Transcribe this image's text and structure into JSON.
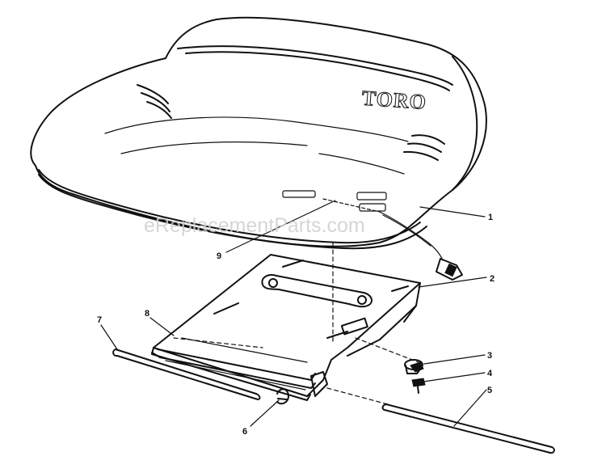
{
  "brand_mark": "TORO",
  "watermark": "eReplacementParts.com",
  "callouts": {
    "c1": "1",
    "c2": "2",
    "c3": "3",
    "c4": "4",
    "c5": "5",
    "c6": "6",
    "c7": "7",
    "c8": "8",
    "c9": "9"
  }
}
